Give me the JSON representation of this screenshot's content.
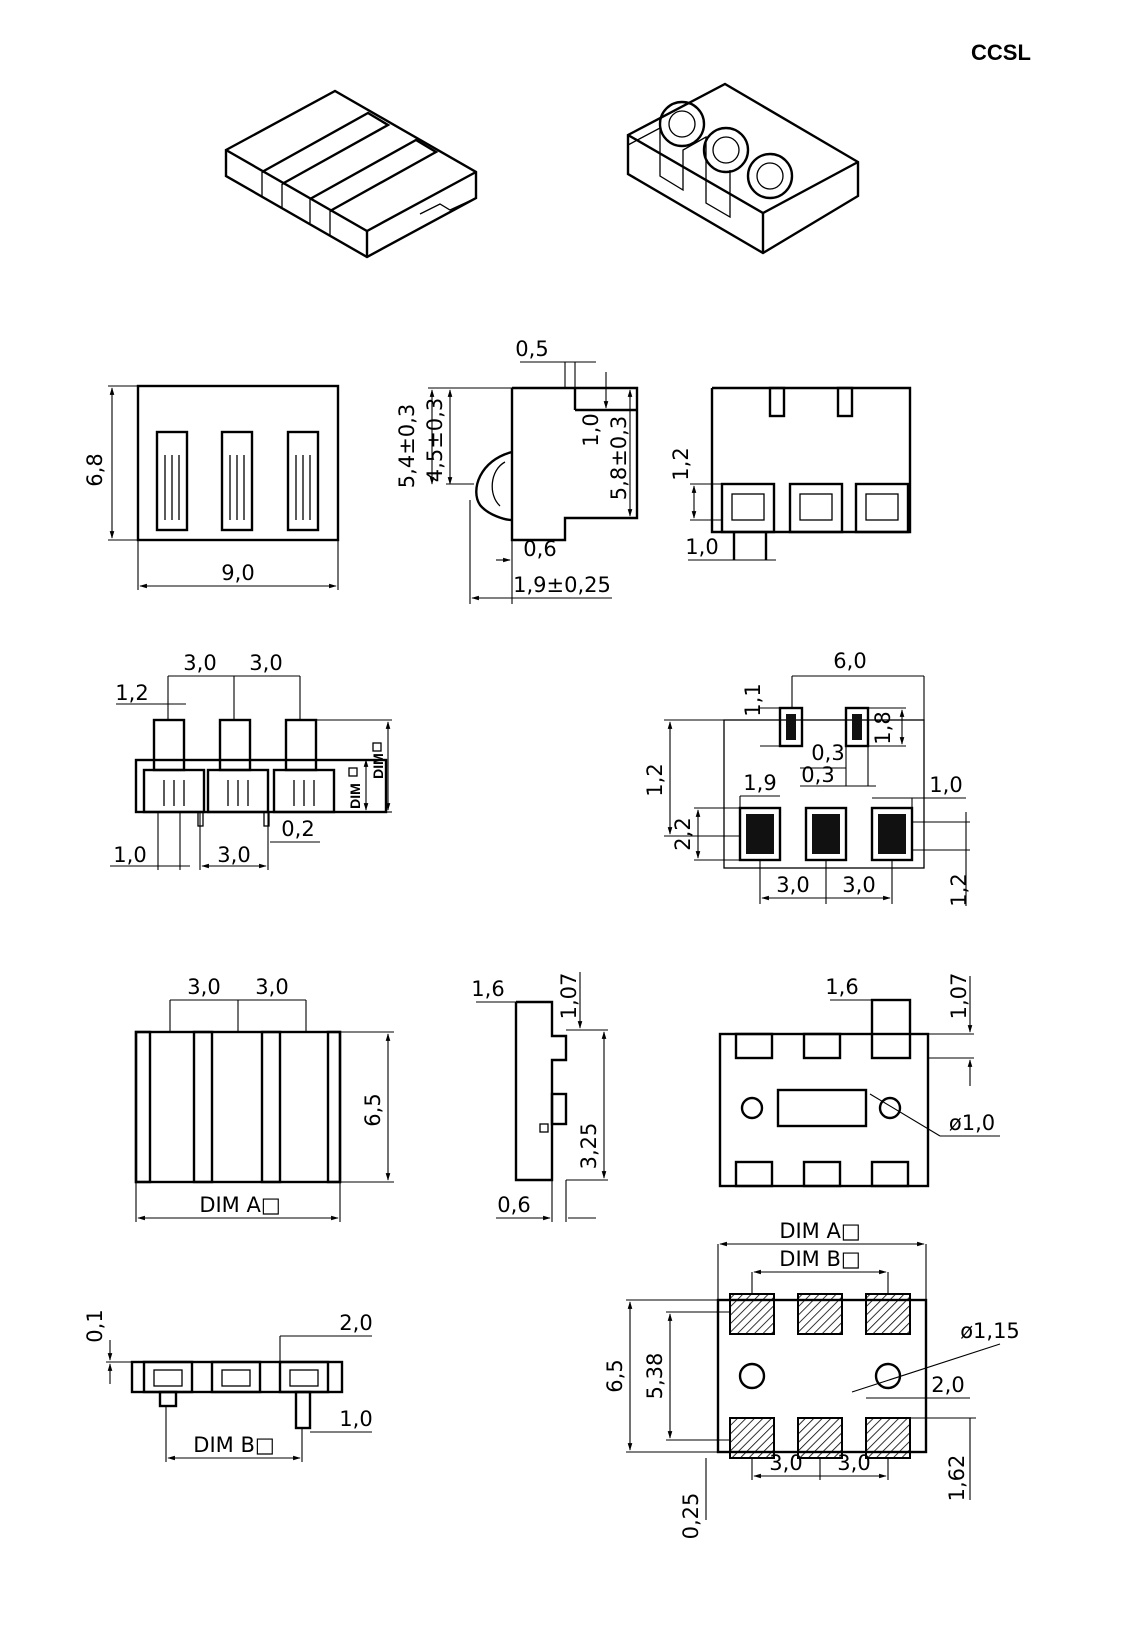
{
  "title": "CCSL",
  "front_view": {
    "height": "6,8",
    "width": "9,0"
  },
  "side_view": {
    "top": "0,5",
    "h1": "5,4±0,3",
    "h2": "4,5±0,3",
    "h3": "1,0",
    "h4": "5,8±0,3",
    "bot1": "0,6",
    "bot2": "1,9±0,25"
  },
  "rear_view": {
    "h": "1,2",
    "w": "1,0"
  },
  "top_view_dims": {
    "pitch1": "3,0",
    "pitch2": "3,0",
    "tip": "1,2",
    "dimA": "DIM",
    "dimB": "DIM",
    "bot_left": "1,0",
    "bot_mid": "3,0",
    "bot_right": "0,2"
  },
  "footprint1": {
    "span": "6,0",
    "pad_h": "1,1",
    "pad_h2": "1,8",
    "gap1": "0,3",
    "gap2": "0,3",
    "left_h": "1,2",
    "big_w": "1,9",
    "big_h": "2,2",
    "right_w": "1,0",
    "pitch1": "3,0",
    "pitch2": "3,0",
    "right_h": "1,2"
  },
  "smd_top": {
    "pitch1": "3,0",
    "pitch2": "3,0",
    "height": "6,5",
    "dimA": "DIM A□"
  },
  "smd_side": {
    "top": "1,6",
    "top2": "1,07",
    "h": "3,25",
    "bot": "0,6"
  },
  "smd_bottom": {
    "top": "1,6",
    "top2": "1,07",
    "hole": "ø1,0"
  },
  "smd_front": {
    "t": "0,1",
    "w": "2,0",
    "b": "1,0",
    "dimB": "DIM B□"
  },
  "footprint2": {
    "dimA": "DIM A□",
    "dimB": "DIM B□",
    "height": "6,5",
    "inner": "5,38",
    "hole": "ø1,15",
    "w": "2,0",
    "bot": "0,25",
    "pitch1": "3,0",
    "pitch2": "3,0",
    "right": "1,62"
  }
}
